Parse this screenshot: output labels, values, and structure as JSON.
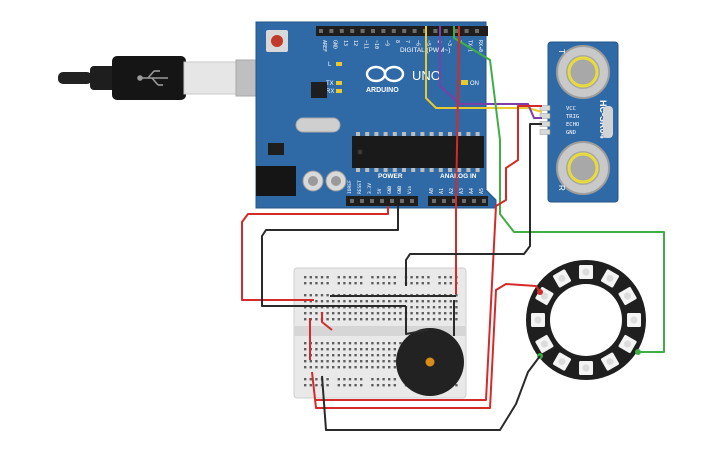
{
  "arduino": {
    "brand": "ARDUINO",
    "model": "UNO",
    "on_label": "ON",
    "digital_header": "DIGITAL (PWM~)",
    "power_label": "POWER",
    "analog_label": "ANALOG IN",
    "l_label": "L",
    "tx_label": "TX",
    "rx_label": "RX",
    "top_pins": [
      "AREF",
      "GND",
      "13",
      "12",
      "~11",
      "~10",
      "~9",
      "8",
      "7",
      "~6",
      "~5",
      "4",
      "~3",
      "2",
      "TX▸1",
      "RX◂0"
    ],
    "power_pins": [
      "IOREF",
      "RESET",
      "3.3V",
      "5V",
      "GND",
      "GND",
      "Vin"
    ],
    "analog_pins": [
      "A0",
      "A1",
      "A2",
      "A3",
      "A4",
      "A5"
    ]
  },
  "sensor": {
    "model": "HC-SR04",
    "pins": [
      "VCC",
      "TRIG",
      "ECHO",
      "GND"
    ],
    "left_mark": "T",
    "right_mark": "R"
  },
  "colors": {
    "board": "#2f6aa6",
    "wire_red": "#d42a2a",
    "wire_black": "#2a2a2a",
    "wire_yellow": "#e8c930",
    "wire_purple": "#7b3fa8",
    "wire_green": "#3fae44",
    "breadboard": "#e9e9e9",
    "buzzer": "#222222",
    "ring": "#1f1f1f"
  }
}
